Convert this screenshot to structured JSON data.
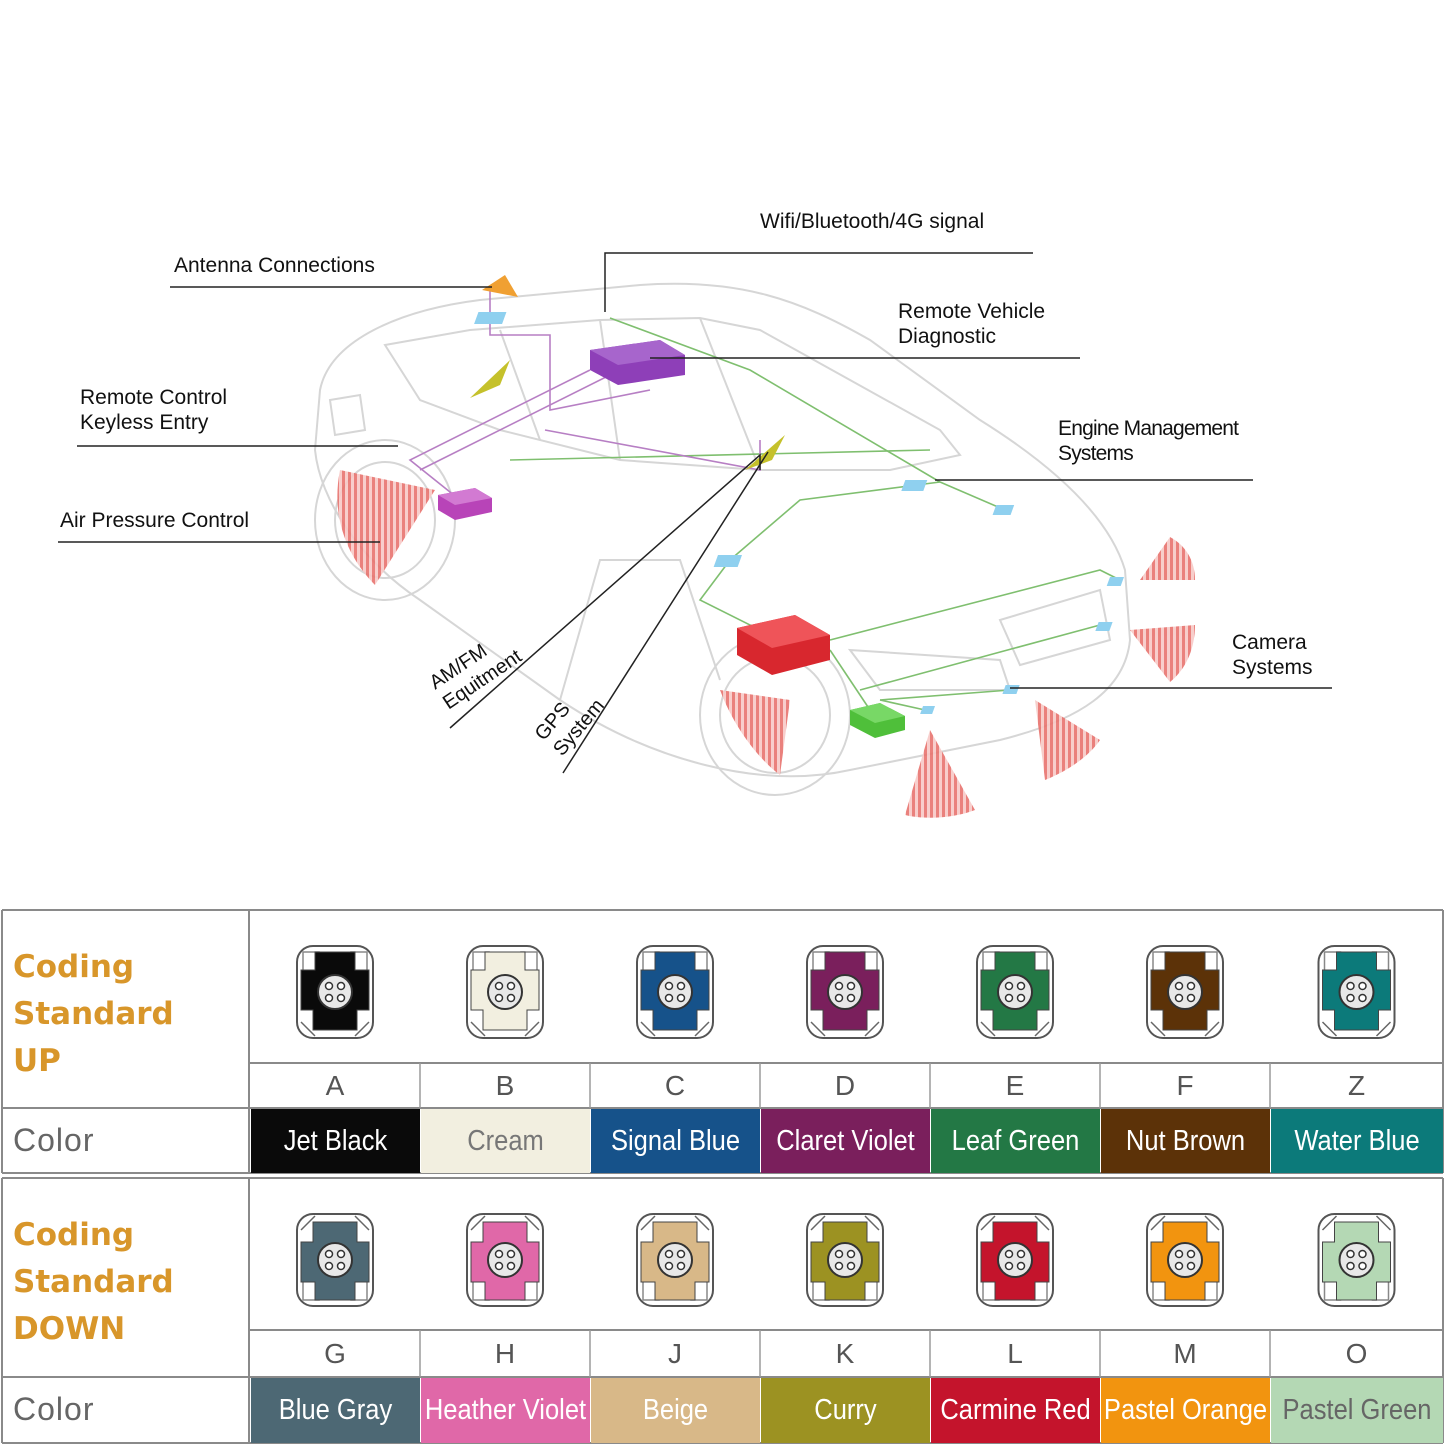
{
  "diagram": {
    "callouts": {
      "wifi": "Wifi/Bluetooth/4G signal",
      "antenna": "Antenna Connections",
      "diagnostic": "Remote Vehicle\nDiagnostic",
      "keyless": "Remote Control\nKeyless Entry",
      "engine": "Engine Management\nSystems",
      "air": "Air Pressure Control",
      "camera": "Camera\nSystems",
      "amfm": "AM/FM\nEquitment",
      "gps": "GPS\nSystem"
    },
    "module_colors": {
      "diagnostic": "#8e3fb8",
      "keyless": "#b844b8",
      "engine": "#d8272e",
      "camera": "#4fbf3a",
      "sensor": "#8fd0ef",
      "antenna": "#f0a032",
      "wave": "#e8736e"
    }
  },
  "tables": [
    {
      "heading": "Coding\nStandard\nUP",
      "orientation": "up",
      "color_label": "Color",
      "items": [
        {
          "code": "A",
          "name": "Jet Black",
          "color": "#0a0a0a",
          "text_color": "#ffffff"
        },
        {
          "code": "B",
          "name": "Cream",
          "color": "#f2efe0",
          "text_color": "#777777"
        },
        {
          "code": "C",
          "name": "Signal Blue",
          "color": "#16528a",
          "text_color": "#ffffff"
        },
        {
          "code": "D",
          "name": "Claret Violet",
          "color": "#7a1f5c",
          "text_color": "#ffffff"
        },
        {
          "code": "E",
          "name": "Leaf Green",
          "color": "#237845",
          "text_color": "#ffffff"
        },
        {
          "code": "F",
          "name": "Nut Brown",
          "color": "#5c3208",
          "text_color": "#ffffff"
        },
        {
          "code": "Z",
          "name": "Water Blue",
          "color": "#0c7a7a",
          "text_color": "#ffffff"
        }
      ]
    },
    {
      "heading": "Coding\nStandard\nDOWN",
      "orientation": "down",
      "color_label": "Color",
      "items": [
        {
          "code": "G",
          "name": "Blue Gray",
          "color": "#4d6874",
          "text_color": "#ffffff"
        },
        {
          "code": "H",
          "name": "Heather Violet",
          "color": "#e068a8",
          "text_color": "#ffffff"
        },
        {
          "code": "J",
          "name": "Beige",
          "color": "#d8b888",
          "text_color": "#ffffff"
        },
        {
          "code": "K",
          "name": "Curry",
          "color": "#9c9222",
          "text_color": "#ffffff"
        },
        {
          "code": "L",
          "name": "Carmine Red",
          "color": "#c4142c",
          "text_color": "#ffffff"
        },
        {
          "code": "M",
          "name": "Pastel Orange",
          "color": "#f2940f",
          "text_color": "#ffffff"
        },
        {
          "code": "O",
          "name": "Pastel Green",
          "color": "#b4d8b4",
          "text_color": "#666666"
        }
      ]
    }
  ]
}
